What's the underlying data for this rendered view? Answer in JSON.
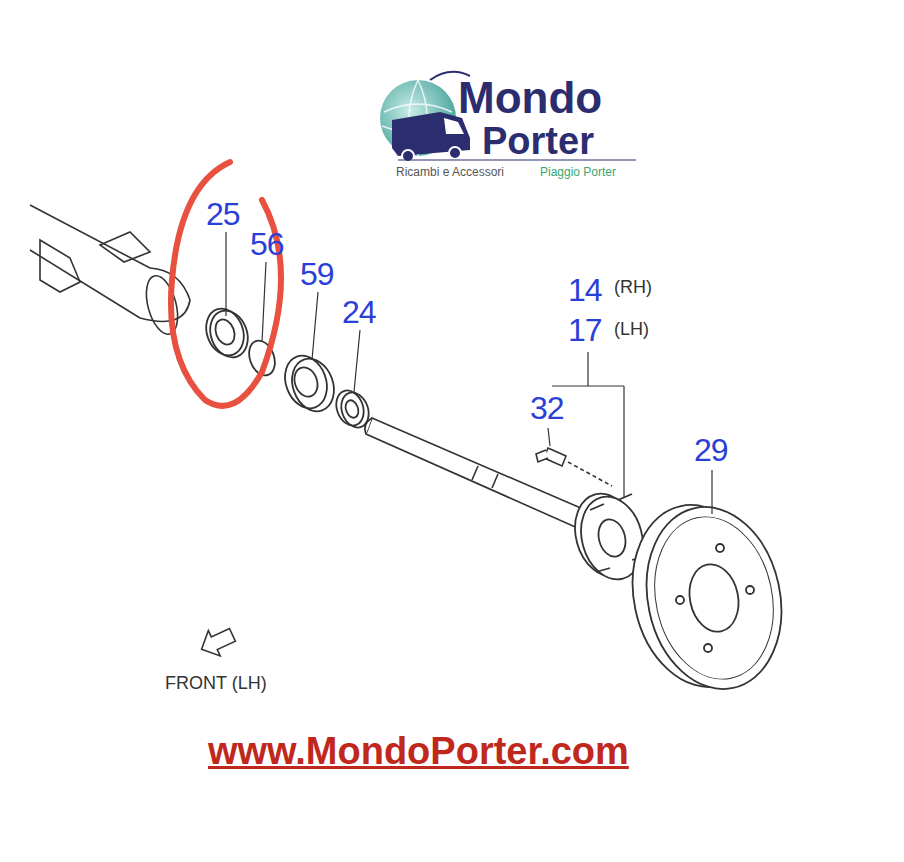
{
  "diagram": {
    "labels": [
      "Mondo",
      "Porter",
      "Ricambi e Accessori",
      "Piaggio Porter",
      "25",
      "56",
      "59",
      "24",
      "14",
      "(RH)",
      "17",
      "(LH)",
      "32",
      "29",
      "FRONT (LH)",
      "www.MondoPorter.com"
    ]
  }
}
